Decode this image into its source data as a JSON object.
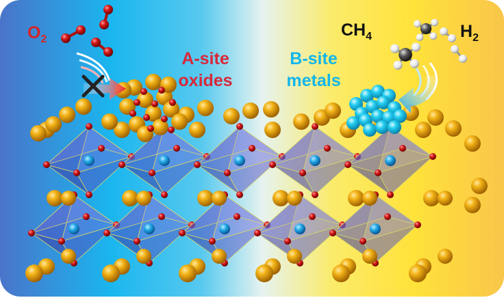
{
  "labels": {
    "o2": "O",
    "o2_sub": "2",
    "ch4": "CH",
    "ch4_sub": "4",
    "h2": "H",
    "h2_sub": "2",
    "a_site_line1": "A-site",
    "a_site_line2": "oxides",
    "b_site_line1": "B-site",
    "b_site_line2": "metals"
  },
  "colors": {
    "bg_blue_left": "#4a74c9",
    "bg_cyan": "#1ab6ef",
    "bg_pale": "#e8f4f2",
    "bg_yellow": "#ffe23a",
    "bg_orange": "#f9c64a",
    "a_site_text": "#d8283a",
    "b_site_text": "#12b6ea",
    "o2_text": "#d3262a",
    "dark_text": "#111111",
    "oxygen_atom": "#cc1515",
    "a_site_atom": "#e7a00a",
    "b_site_atom": "#22c6ee",
    "octahedron": "#5c5ac8",
    "arrow_red": "#e8282a",
    "arrow_blue": "#1aa6ee"
  },
  "icons": {
    "blocked_arrow": "blocked-arrow-icon",
    "reduction_arrow": "curved-arrow-icon"
  }
}
